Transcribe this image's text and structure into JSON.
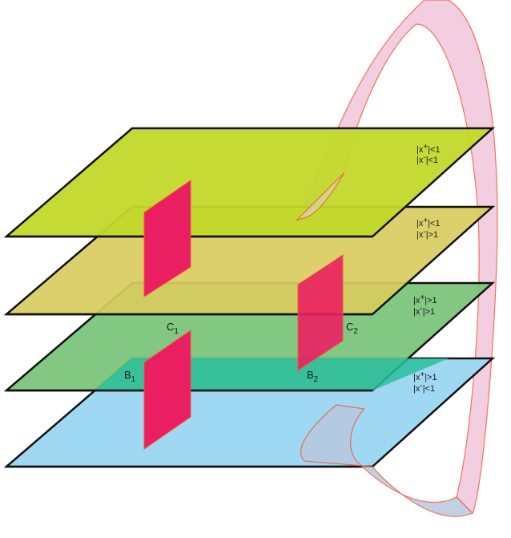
{
  "diagram": {
    "sheets": [
      {
        "id": "sheet-1",
        "line1": "|x",
        "sup1": "+",
        "rel1": "|<1",
        "line2": "|x",
        "sup2": "-",
        "rel2": "|<1",
        "color": "#c2d82a"
      },
      {
        "id": "sheet-2",
        "line1": "|x",
        "sup1": "+",
        "rel1": "|<1",
        "line2": "|x",
        "sup2": "-",
        "rel2": "|>1",
        "color": "#d8cc5e"
      },
      {
        "id": "sheet-3",
        "line1": "|x",
        "sup1": "+",
        "rel1": "|>1",
        "line2": "|x",
        "sup2": "-",
        "rel2": "|>1",
        "color": "#77c277"
      },
      {
        "id": "sheet-4",
        "line1": "|x",
        "sup1": "+",
        "rel1": "|>1",
        "line2": "|x",
        "sup2": "-",
        "rel2": "|<1",
        "color": "#9fd8f2"
      }
    ],
    "cuts": {
      "c1": {
        "base": "C",
        "sub": "1"
      },
      "c2": {
        "base": "C",
        "sub": "2"
      },
      "b1": {
        "base": "B",
        "sub": "1"
      },
      "b2": {
        "base": "B",
        "sub": "2"
      }
    },
    "colors": {
      "cut_fill": "#ea1f62",
      "loop_fill": "#f2c6dc",
      "loop_stroke": "#f05a3c",
      "sheet_stroke": "#111111",
      "overlap_teal": "#2cbf9e"
    }
  }
}
